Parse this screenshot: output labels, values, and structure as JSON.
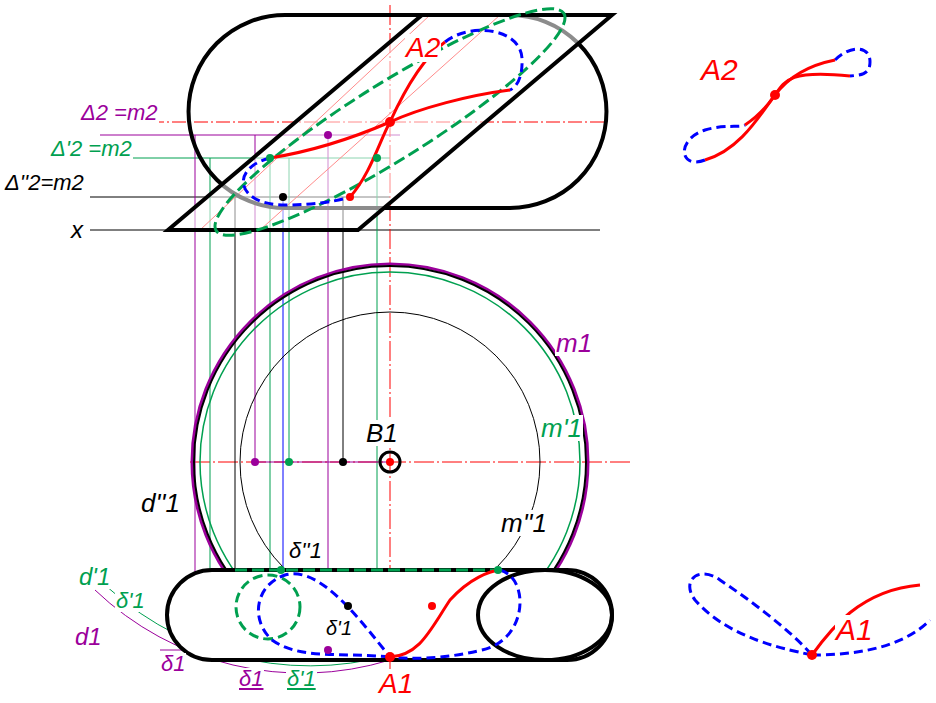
{
  "diagram": {
    "labels": [
      "A2",
      "Δ2 =m2",
      "Δ'2 =m2",
      "Δ''2=m2",
      "x",
      "m1",
      "m'1",
      "B1",
      "d''1",
      "m''1",
      "d'1",
      "δ'1",
      "δ''1",
      "d1",
      "δ'1",
      "δ1",
      "δ1",
      "δ'1",
      "A1",
      "A2",
      "A1"
    ]
  }
}
